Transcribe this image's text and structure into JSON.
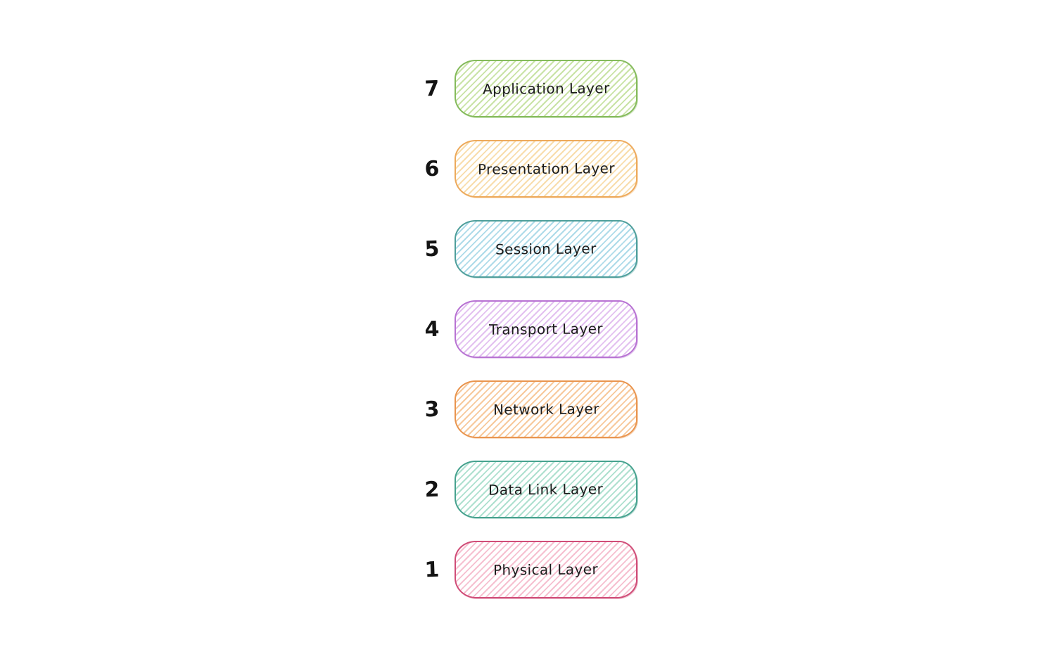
{
  "diagram": {
    "kind": "osi-model-stack",
    "text_color": "#1b1b1b",
    "background": "#ffffff",
    "layers": [
      {
        "number": "7",
        "label": "Application Layer",
        "border_color": "#85bb5c",
        "hatch_color": "#c9e3a6"
      },
      {
        "number": "6",
        "label": "Presentation Layer",
        "border_color": "#edaa5c",
        "hatch_color": "#f8ddac"
      },
      {
        "number": "5",
        "label": "Session Layer",
        "border_color": "#4f9f9b",
        "hatch_color": "#aedbe9"
      },
      {
        "number": "4",
        "label": "Transport Layer",
        "border_color": "#b873d3",
        "hatch_color": "#e3c1f0"
      },
      {
        "number": "3",
        "label": "Network Layer",
        "border_color": "#e9954f",
        "hatch_color": "#f7c99c"
      },
      {
        "number": "2",
        "label": "Data Link Layer",
        "border_color": "#47a28f",
        "hatch_color": "#aee0cf"
      },
      {
        "number": "1",
        "label": "Physical Layer",
        "border_color": "#d04d78",
        "hatch_color": "#f6c0d0"
      }
    ]
  }
}
